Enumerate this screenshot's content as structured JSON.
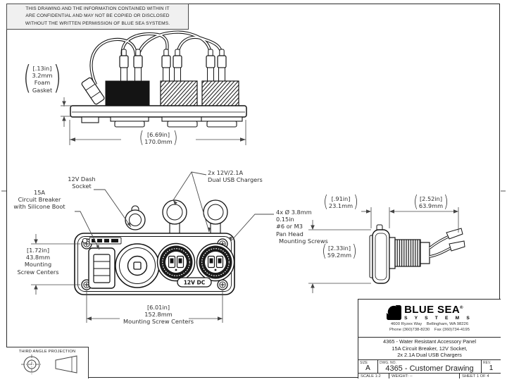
{
  "symbols": {
    "paren_open": "(",
    "paren_close": ")"
  },
  "notice": {
    "lines": [
      "THIS DRAWING AND THE INFORMATION CONTAINED WITHIN IT",
      "ARE CONFIDENTIAL AND MAY NOT BE COPIED OR DISCLOSED",
      "WITHOUT THE WRITTEN PERMISSION OF BLUE SEA SYSTEMS."
    ]
  },
  "labels": {
    "foam_gasket": [
      "[.13in]",
      "3.2mm",
      "Foam",
      "Gasket"
    ],
    "overall_width": [
      "[6.69in]",
      "170.0mm"
    ],
    "dash_socket": [
      "12V Dash",
      "Socket"
    ],
    "circuit_breaker": [
      "15A",
      "Circuit Breaker",
      "with Silicone Boot"
    ],
    "usb_chargers": [
      "2x 12V/2.1A",
      "Dual USB Chargers"
    ],
    "mounting_screws": [
      "4x Ø 3.8mm",
      "0.15in",
      "#6 or M3",
      "Pan Head",
      "Mounting Screws"
    ],
    "screw_centers_vertical": [
      "[1.72in]",
      "43.8mm",
      "Mounting",
      "Screw Centers"
    ],
    "screw_centers_horizontal": [
      "[6.01in]",
      "152.8mm",
      "Mounting Screw Centers"
    ],
    "panel_depth": [
      "[.91in]",
      "23.1mm"
    ],
    "overall_depth": [
      "[2.52in]",
      "63.9mm"
    ],
    "panel_height": [
      "[2.33in]",
      "59.2mm"
    ],
    "badge_12vdc": "12V DC"
  },
  "projection": {
    "title": "THIRD ANGLE PROJECTION"
  },
  "title_block": {
    "brand_line1": "BLUE SEA",
    "brand_reg": "®",
    "brand_line2": "S Y S T E M S",
    "address_line1": "4600 Ryzex Way    Bellingham, WA 98226",
    "address_line2": "Phone (360)738-8230    Fax (360)734-4195",
    "description": [
      "4365 - Water Resistant Accessory Panel",
      "15A Circuit Breaker, 12V Socket,",
      "2x 2.1A Dual USB Chargers"
    ],
    "size_label": "SIZE",
    "size_value": "A",
    "dwg_label": "DWG. NO.",
    "dwg_value": "4365 - Customer Drawing",
    "rev_label": "REV.",
    "rev_value": "1",
    "scale_text": "SCALE 1:2",
    "weight_text": "WEIGHT: --",
    "sheet_text": "SHEET 1 OF 4"
  }
}
